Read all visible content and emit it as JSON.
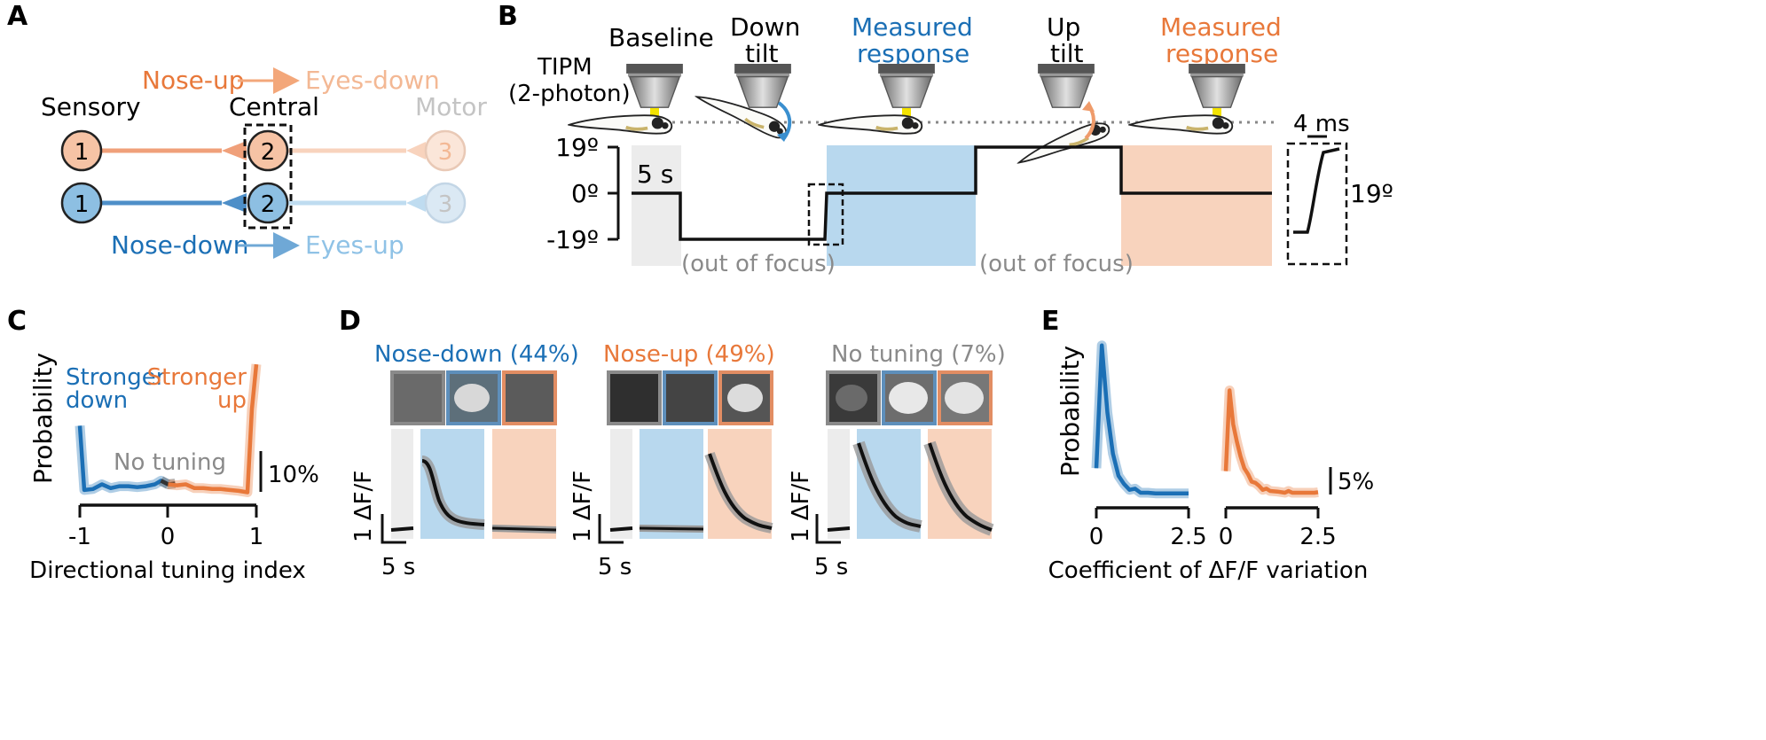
{
  "panels": {
    "a": {
      "label": "A",
      "sensory": "Sensory",
      "central": "Central",
      "motor": "Motor",
      "nose_up": "Nose-up",
      "eyes_down": "Eyes-down",
      "nose_down": "Nose-down",
      "eyes_up": "Eyes-up",
      "node1": "1",
      "node2": "2",
      "node3": "3"
    },
    "b": {
      "label": "B",
      "tipm_line1": "TIPM",
      "tipm_line2": "(2-photon)",
      "baseline": "Baseline",
      "down_tilt_1": "Down",
      "down_tilt_2": "tilt",
      "measured_1": "Measured",
      "measured_2": "response",
      "up_tilt_1": "Up",
      "up_tilt_2": "tilt",
      "y_pos": "19º",
      "y_zero": "0º",
      "y_neg": "-19º",
      "scale_5s": "5 s",
      "out_of_focus": "(out of focus)",
      "inset_time": "4 ms",
      "inset_amp": "19º"
    },
    "c": {
      "label": "C",
      "ylabel": "Probability",
      "xlabel": "Directional tuning index",
      "stronger_down_1": "Stronger",
      "stronger_down_2": "down",
      "stronger_up_1": "Stronger",
      "stronger_up_2": "up",
      "no_tuning": "No tuning",
      "scale": "10%",
      "ticks": [
        "-1",
        "0",
        "1"
      ]
    },
    "d": {
      "label": "D",
      "groups": [
        {
          "title": "Nose-down (44%)"
        },
        {
          "title": "Nose-up (49%)"
        },
        {
          "title": "No tuning (7%)"
        }
      ],
      "ylabel": "1 ΔF/F",
      "xscale": "5 s"
    },
    "e": {
      "label": "E",
      "ylabel": "Probability",
      "xlabel": "Coefficient of ΔF/F variation",
      "scale": "5%",
      "ticks": [
        "0",
        "2.5"
      ]
    }
  },
  "colors": {
    "blue": "#1b6fb5",
    "orange": "#e8783a",
    "light_blue": "#b8d8ee",
    "light_orange": "#f8d3bd",
    "grey": "#8a8a8a"
  },
  "chart_data": [
    {
      "type": "line",
      "panel": "C",
      "xlabel": "Directional tuning index",
      "ylabel": "Probability",
      "xlim": [
        -1,
        1
      ],
      "series": [
        {
          "x": [
            -1.0,
            -0.95,
            -0.85,
            -0.75,
            -0.65,
            -0.55,
            -0.45,
            -0.35,
            -0.25,
            -0.15,
            -0.08,
            0.0
          ],
          "y": [
            7.2,
            0.3,
            0.4,
            0.9,
            0.5,
            0.7,
            0.7,
            0.6,
            0.7,
            0.9,
            1.3,
            0.9
          ],
          "color": "#1b6fb5"
        },
        {
          "x": [
            -0.08,
            0.0,
            0.08
          ],
          "y": [
            1.3,
            0.9,
            1.0
          ],
          "color": "#333333"
        },
        {
          "x": [
            0.0,
            0.1,
            0.2,
            0.3,
            0.4,
            0.5,
            0.6,
            0.7,
            0.8,
            0.9,
            0.95,
            1.0
          ],
          "y": [
            0.9,
            0.8,
            0.9,
            0.5,
            0.5,
            0.4,
            0.4,
            0.3,
            0.2,
            0.05,
            9.0,
            13.8
          ],
          "color": "#e8783a"
        }
      ]
    },
    {
      "type": "line",
      "panel": "E-left",
      "xlabel": "Coefficient of ΔF/F variation",
      "ylabel": "Probability",
      "xlim": [
        0,
        2.5
      ],
      "series": [
        {
          "x": [
            0.0,
            0.15,
            0.3,
            0.45,
            0.6,
            0.75,
            0.9,
            1.05,
            1.2,
            1.4,
            1.6,
            1.8,
            2.0,
            2.2,
            2.5
          ],
          "y": [
            4.5,
            25.5,
            14.0,
            7.0,
            3.2,
            1.8,
            0.8,
            1.0,
            0.3,
            0.3,
            0.2,
            0.2,
            0.2,
            0.2,
            0.2
          ],
          "color": "#1b6fb5"
        }
      ]
    },
    {
      "type": "line",
      "panel": "E-right",
      "xlabel": "Coefficient of ΔF/F variation",
      "ylabel": "Probability",
      "xlim": [
        0,
        2.5
      ],
      "series": [
        {
          "x": [
            0.0,
            0.1,
            0.2,
            0.3,
            0.4,
            0.5,
            0.6,
            0.7,
            0.8,
            0.9,
            1.0,
            1.1,
            1.2,
            1.4,
            1.6,
            1.7,
            1.8,
            2.0,
            2.2,
            2.4,
            2.5
          ],
          "y": [
            4.0,
            17.8,
            12.0,
            9.0,
            6.5,
            4.5,
            3.5,
            2.2,
            2.0,
            1.5,
            0.8,
            1.0,
            0.6,
            0.5,
            0.3,
            0.6,
            0.3,
            0.3,
            0.3,
            0.3,
            0.4
          ],
          "color": "#e8783a"
        }
      ]
    }
  ]
}
